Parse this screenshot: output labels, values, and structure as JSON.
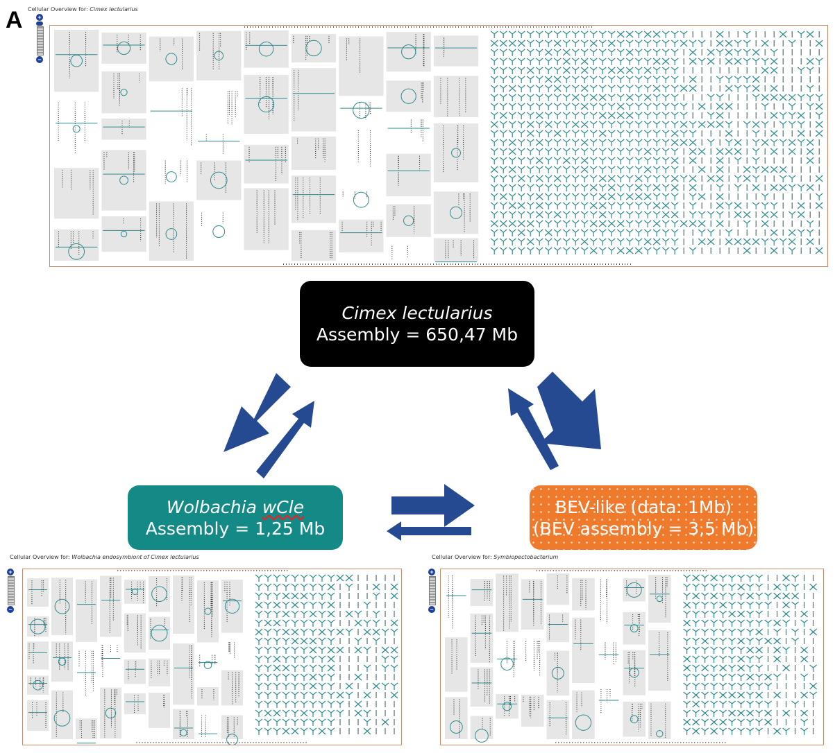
{
  "panel_letter": "A",
  "overviews": {
    "top": {
      "caption_prefix": "Cellular Overview for: ",
      "caption_organism": "Cimex lectularius"
    },
    "bottom_left": {
      "caption_prefix": "Cellular Overview for: ",
      "caption_organism": "Wolbachia endosymbiont of Cimex lectularius"
    },
    "bottom_right": {
      "caption_prefix": "Cellular Overview for: ",
      "caption_organism": "Symbiopectobacterium"
    }
  },
  "nodes": {
    "cimex": {
      "name": "Cimex lectularius",
      "assembly": "Assembly = 650,47 Mb"
    },
    "wolbachia": {
      "genus": "Wolbachia",
      "strain": "wCle",
      "assembly": "Assembly = 1,25 Mb"
    },
    "bev": {
      "line1": "BEV-like (data: 1Mb)",
      "line2": "(BEV assembly = 3,5 Mb)"
    }
  },
  "asterisk": "*",
  "zoom_controls": {
    "plus": "+",
    "minus": "−"
  },
  "colors": {
    "arrow": "#254a92",
    "wolbachia_box": "#138a86",
    "bev_box": "#f07a2c",
    "cimex_box": "#000000",
    "pathway_teal": "#2c8a8e",
    "frame_border": "#c98a6c"
  }
}
